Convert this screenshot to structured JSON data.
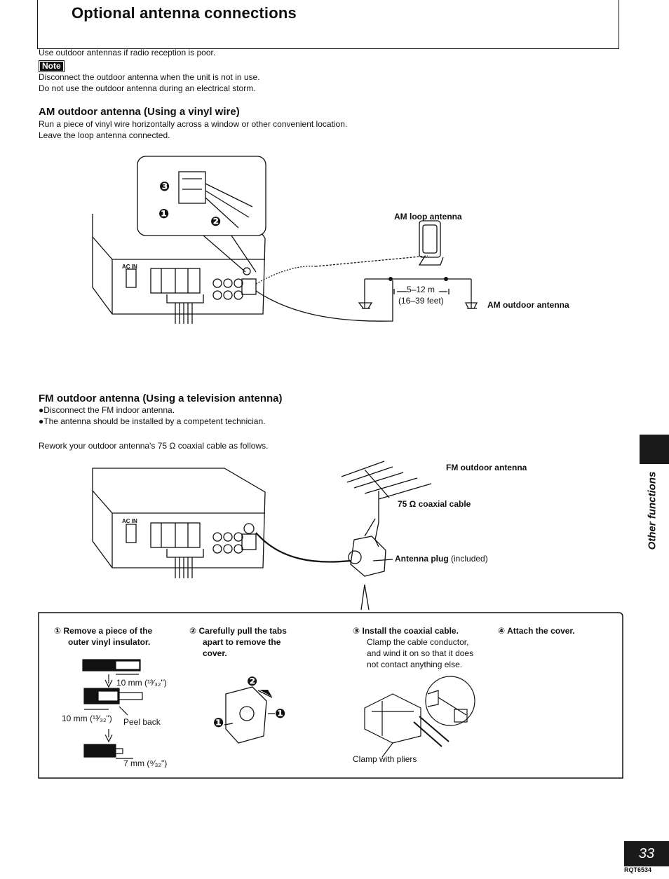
{
  "header": {
    "title": "Optional antenna connections"
  },
  "intro": {
    "text": "Use outdoor antennas if radio reception is poor."
  },
  "note": {
    "badge": "Note",
    "line1": "Disconnect the outdoor antenna when the unit is not in use.",
    "line2": "Do not use the outdoor antenna during an electrical storm."
  },
  "am_section": {
    "heading": "AM outdoor antenna (Using a vinyl wire)",
    "line1": "Run a piece of vinyl wire horizontally across a window or other convenient location.",
    "line2": "Leave the loop antenna connected.",
    "diagram": {
      "ac_in": "AC IN",
      "loop_label": "AM loop antenna",
      "distance_m": "5–12 m",
      "distance_ft": "(16–39 feet)",
      "outdoor_label": "AM outdoor antenna",
      "callouts": [
        "❸",
        "❶",
        "❷"
      ]
    }
  },
  "fm_section": {
    "heading": "FM outdoor antenna (Using a television antenna)",
    "bullet1": "●Disconnect the FM indoor antenna.",
    "bullet2": "●The antenna should be installed by a competent technician.",
    "rework": "Rework your outdoor antenna's 75 Ω coaxial cable as follows.",
    "diagram": {
      "ac_in": "AC IN",
      "fm_label": "FM outdoor antenna",
      "cable_label": "75 Ω coaxial cable",
      "plug_label_bold": "Antenna plug",
      "plug_label_rest": "(included)"
    }
  },
  "steps": {
    "step1": {
      "num": "①",
      "title_line1": "Remove a piece of the",
      "title_line2": "outer vinyl insulator.",
      "dim1": "10 mm (¹³⁄₃₂\")",
      "dim2": "10 mm (¹³⁄₃₂\")",
      "peel": "Peel back",
      "dim3": "7 mm (⁹⁄₃₂\")"
    },
    "step2": {
      "num": "②",
      "title_line1": "Carefully pull the tabs",
      "title_line2": "apart to remove the",
      "title_line3": "cover.",
      "callouts": [
        "❷",
        "❶",
        "❶"
      ]
    },
    "step3": {
      "num": "③",
      "title": "Install the coaxial cable.",
      "body1": "Clamp the cable conductor,",
      "body2": "and wind it on so that it does",
      "body3": "not contact anything else.",
      "pliers": "Clamp with pliers"
    },
    "step4": {
      "num": "④",
      "title": "Attach the cover."
    }
  },
  "side": {
    "tab_text": "Other functions"
  },
  "footer": {
    "page_number": "33",
    "doc_code": "RQT6534"
  }
}
